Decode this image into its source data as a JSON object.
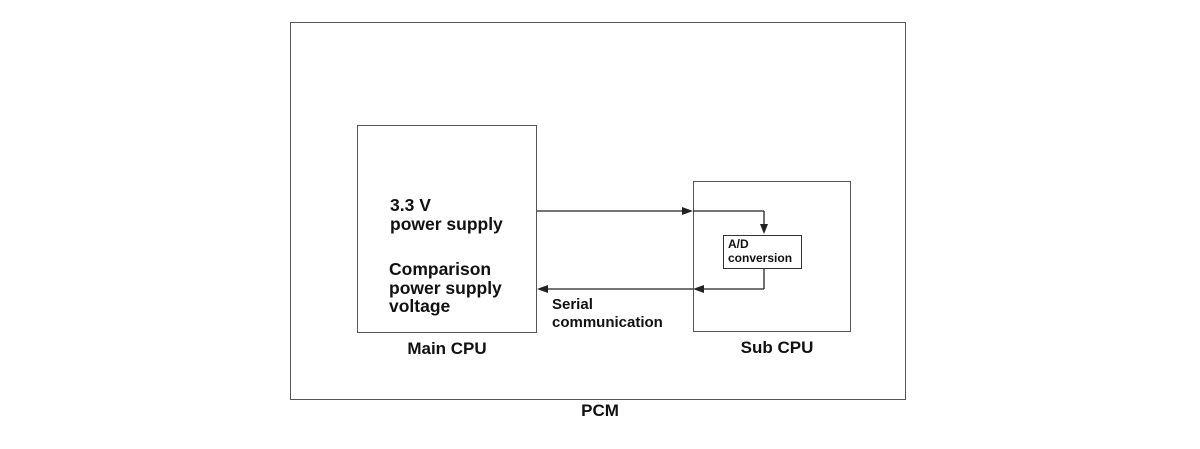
{
  "diagram": {
    "pcm": {
      "label": "PCM"
    },
    "main_cpu": {
      "label": "Main CPU",
      "supply_lines": [
        "3.3 V",
        "power supply"
      ],
      "comparison_lines": [
        "Comparison",
        "power supply",
        "voltage"
      ]
    },
    "sub_cpu": {
      "label": "Sub CPU",
      "ad_lines": [
        "A/D",
        "conversion"
      ]
    },
    "serial": {
      "lines": [
        "Serial",
        "communication"
      ]
    },
    "colors": {
      "outline": "#555555",
      "line": "#222222",
      "text": "#111111"
    }
  }
}
